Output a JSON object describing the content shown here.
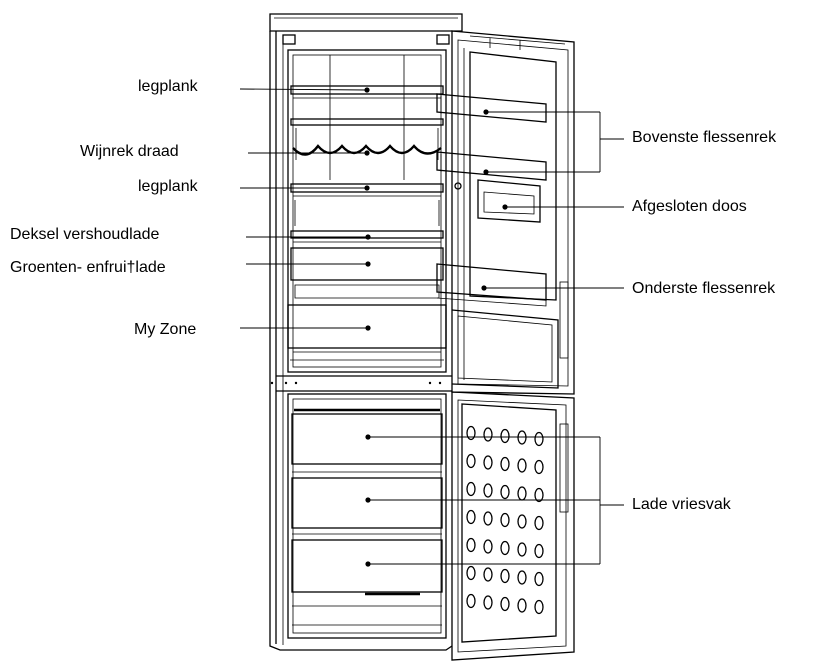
{
  "labels": {
    "legplank_top": "legplank",
    "wijnrek": "Wijnrek draad",
    "legplank_mid": "legplank",
    "deksel": "Deksel vershoudlade",
    "groenten": "Groenten- enfrui†lade",
    "myzone": "My Zone",
    "bovenste": "Bovenste flessenrek",
    "afgesloten": "Afgesloten doos",
    "onderste": "Onderste flessenrek",
    "lade_vriesvak": "Lade vriesvak"
  }
}
